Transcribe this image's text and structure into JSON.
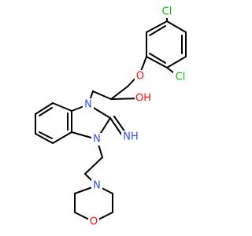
{
  "molecule": {
    "colors": {
      "bond": "#000000",
      "Cl": "#00c200",
      "O": "#ff0d0d",
      "N": "#3050f8"
    },
    "labels": {
      "cl_top": "Cl",
      "cl_mid": "Cl",
      "o_ether": "O",
      "oh": "OH",
      "n_upper": "N",
      "n_lower": "N",
      "imine": "NH",
      "n_morph": "N",
      "o_morph": "O"
    }
  }
}
